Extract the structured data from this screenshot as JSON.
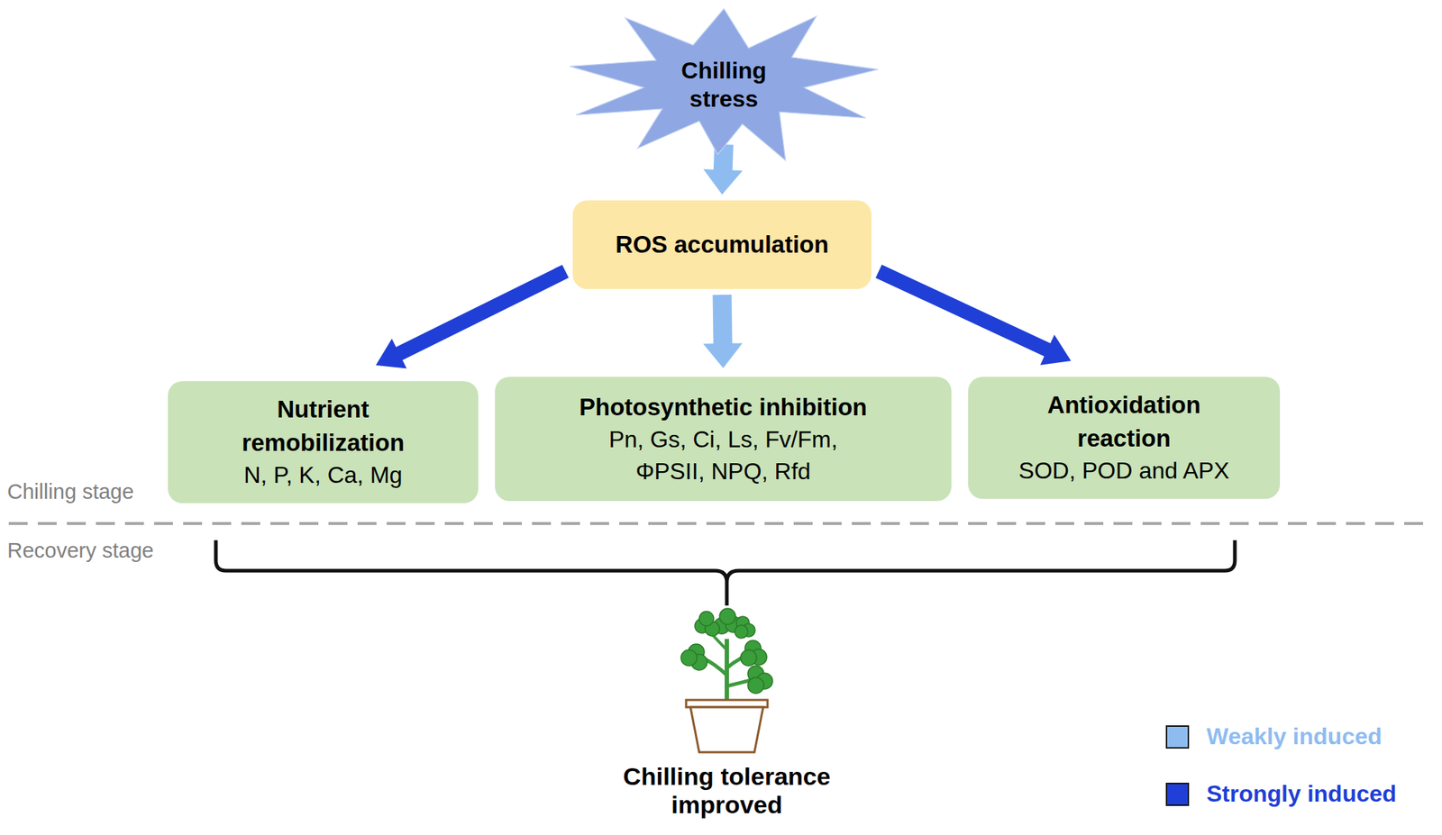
{
  "diagram": {
    "nodes": [
      {
        "text": [
          "Chilling stress"
        ]
      },
      {
        "text": [
          "ROS accumulation"
        ]
      },
      {
        "text": [
          "Nutrient remobilization",
          "N, P, K, Ca, Mg"
        ]
      },
      {
        "text": [
          "Photosynthetic inhibition",
          "Pn, Gs, Ci, Ls, Fv/Fm, ΦPSII, NPQ, Rfd"
        ]
      },
      {
        "text": [
          "Antioxidation reaction",
          "SOD, POD and APX"
        ]
      }
    ],
    "edges": [
      {
        "from": 0,
        "to": 1,
        "arrow": "to"
      },
      {
        "from": 1,
        "to": 2,
        "arrow": "to"
      },
      {
        "from": 1,
        "to": 3,
        "arrow": "to"
      },
      {
        "from": 1,
        "to": 4,
        "arrow": "to"
      }
    ],
    "labels": [
      "Chilling stage",
      "Recovery stage",
      "Chilling tolerance improved"
    ],
    "legend": [
      {
        "text": "Weakly induced",
        "color": "#8fbcf0"
      },
      {
        "text": "Strongly induced",
        "color": "#1f3fd6"
      }
    ]
  }
}
